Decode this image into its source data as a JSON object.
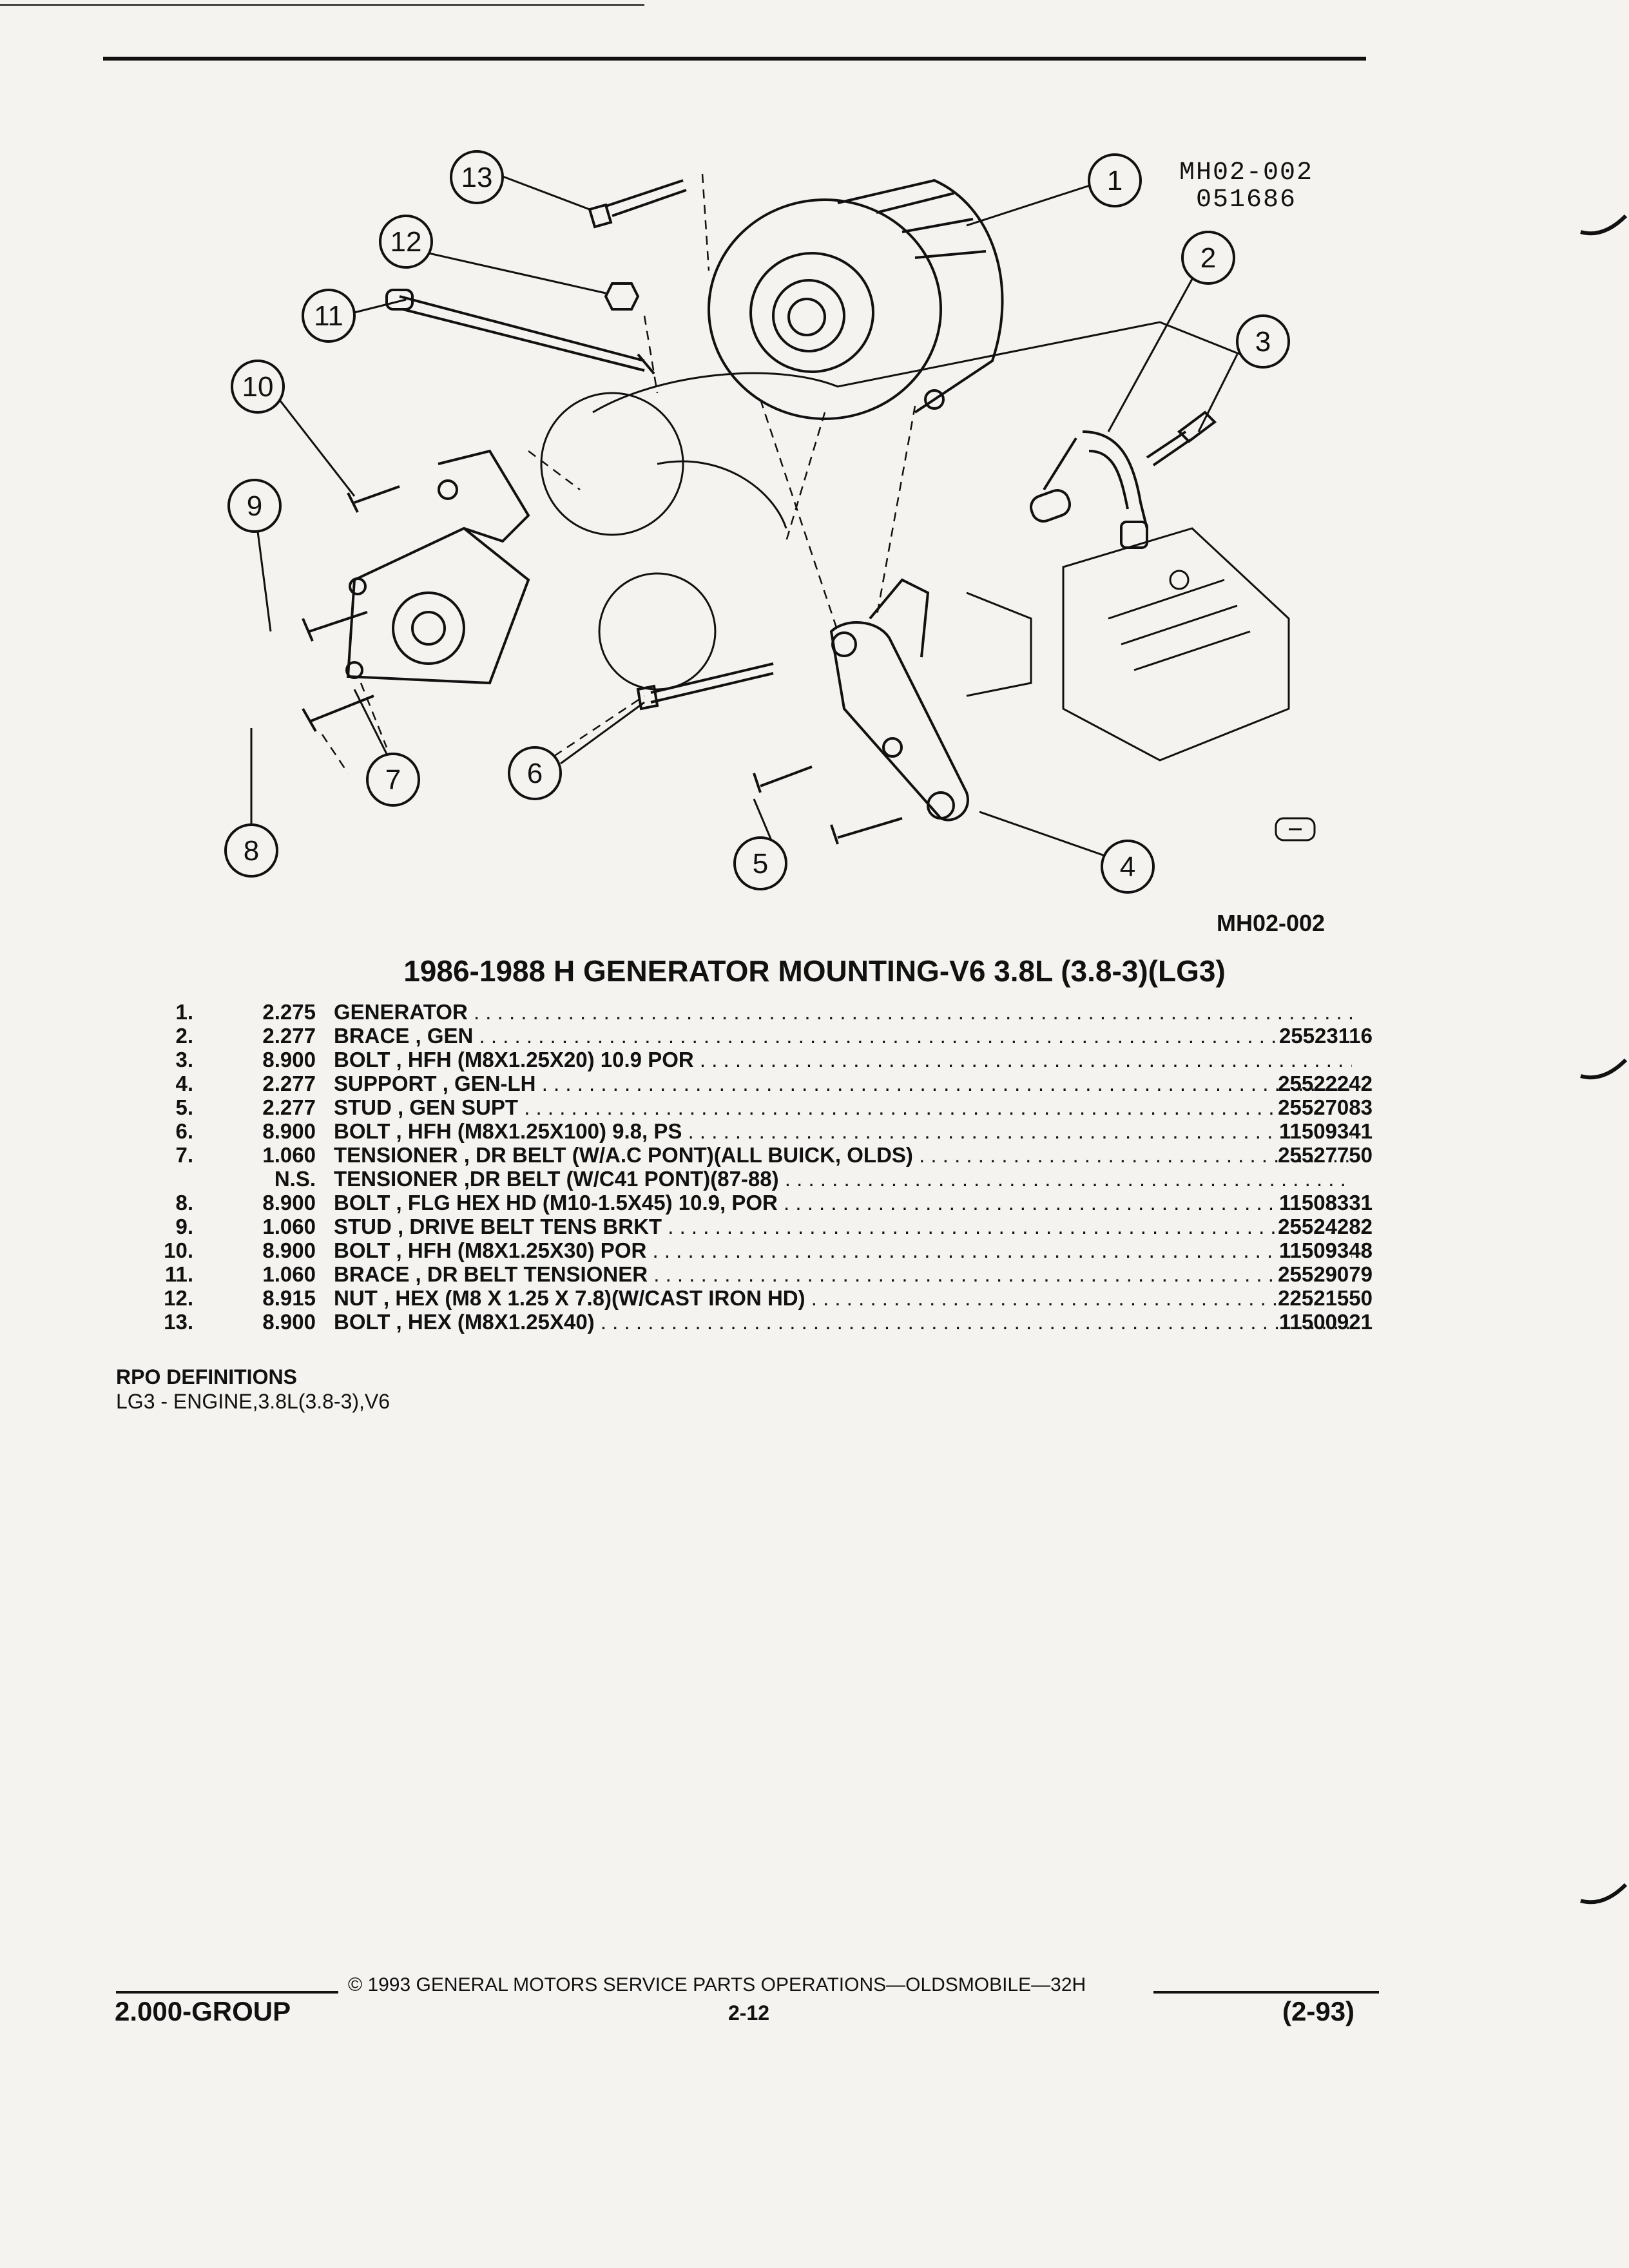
{
  "figure": {
    "code_line1": "MH02-002",
    "code_line2": "051686",
    "reference": "MH02-002",
    "callouts": [
      "1",
      "2",
      "3",
      "4",
      "5",
      "6",
      "7",
      "8",
      "9",
      "10",
      "11",
      "12",
      "13"
    ]
  },
  "section_title": "1986-1988 H GENERATOR MOUNTING-V6 3.8L (3.8-3)(LG3)",
  "parts": [
    {
      "index": "1.",
      "code": "2.275",
      "description": "GENERATOR",
      "part_number": ""
    },
    {
      "index": "2.",
      "code": "2.277",
      "description": "BRACE , GEN",
      "part_number": "25523116"
    },
    {
      "index": "3.",
      "code": "8.900",
      "description": "BOLT , HFH (M8X1.25X20) 10.9 POR",
      "part_number": ""
    },
    {
      "index": "4.",
      "code": "2.277",
      "description": "SUPPORT , GEN-LH",
      "part_number": "25522242"
    },
    {
      "index": "5.",
      "code": "2.277",
      "description": "STUD , GEN SUPT",
      "part_number": "25527083"
    },
    {
      "index": "6.",
      "code": "8.900",
      "description": "BOLT , HFH (M8X1.25X100) 9.8, PS",
      "part_number": "11509341"
    },
    {
      "index": "7.",
      "code": "1.060",
      "description": "TENSIONER , DR BELT (W/A.C PONT)(ALL BUICK, OLDS)",
      "part_number": "25527750"
    },
    {
      "index": "",
      "code": "N.S.",
      "description": "TENSIONER ,DR BELT (W/C41 PONT)(87-88)",
      "part_number": ""
    },
    {
      "index": "8.",
      "code": "8.900",
      "description": "BOLT , FLG HEX HD (M10-1.5X45) 10.9, POR",
      "part_number": "11508331"
    },
    {
      "index": "9.",
      "code": "1.060",
      "description": "STUD , DRIVE BELT TENS BRKT",
      "part_number": "25524282"
    },
    {
      "index": "10.",
      "code": "8.900",
      "description": "BOLT , HFH (M8X1.25X30) POR",
      "part_number": "11509348"
    },
    {
      "index": "11.",
      "code": "1.060",
      "description": "BRACE , DR BELT TENSIONER",
      "part_number": "25529079"
    },
    {
      "index": "12.",
      "code": "8.915",
      "description": "NUT , HEX (M8 X 1.25 X 7.8)(W/CAST IRON HD)",
      "part_number": "22521550"
    },
    {
      "index": "13.",
      "code": "8.900",
      "description": "BOLT , HEX (M8X1.25X40)",
      "part_number": "11500921"
    }
  ],
  "rpo": {
    "heading": "RPO DEFINITIONS",
    "entry": "LG3 - ENGINE,3.8L(3.8-3),V6"
  },
  "footer": {
    "copyright": "© 1993 GENERAL MOTORS SERVICE PARTS OPERATIONS—OLDSMOBILE—32H",
    "group": "2.000-GROUP",
    "page": "2-12",
    "date": "(2-93)"
  }
}
